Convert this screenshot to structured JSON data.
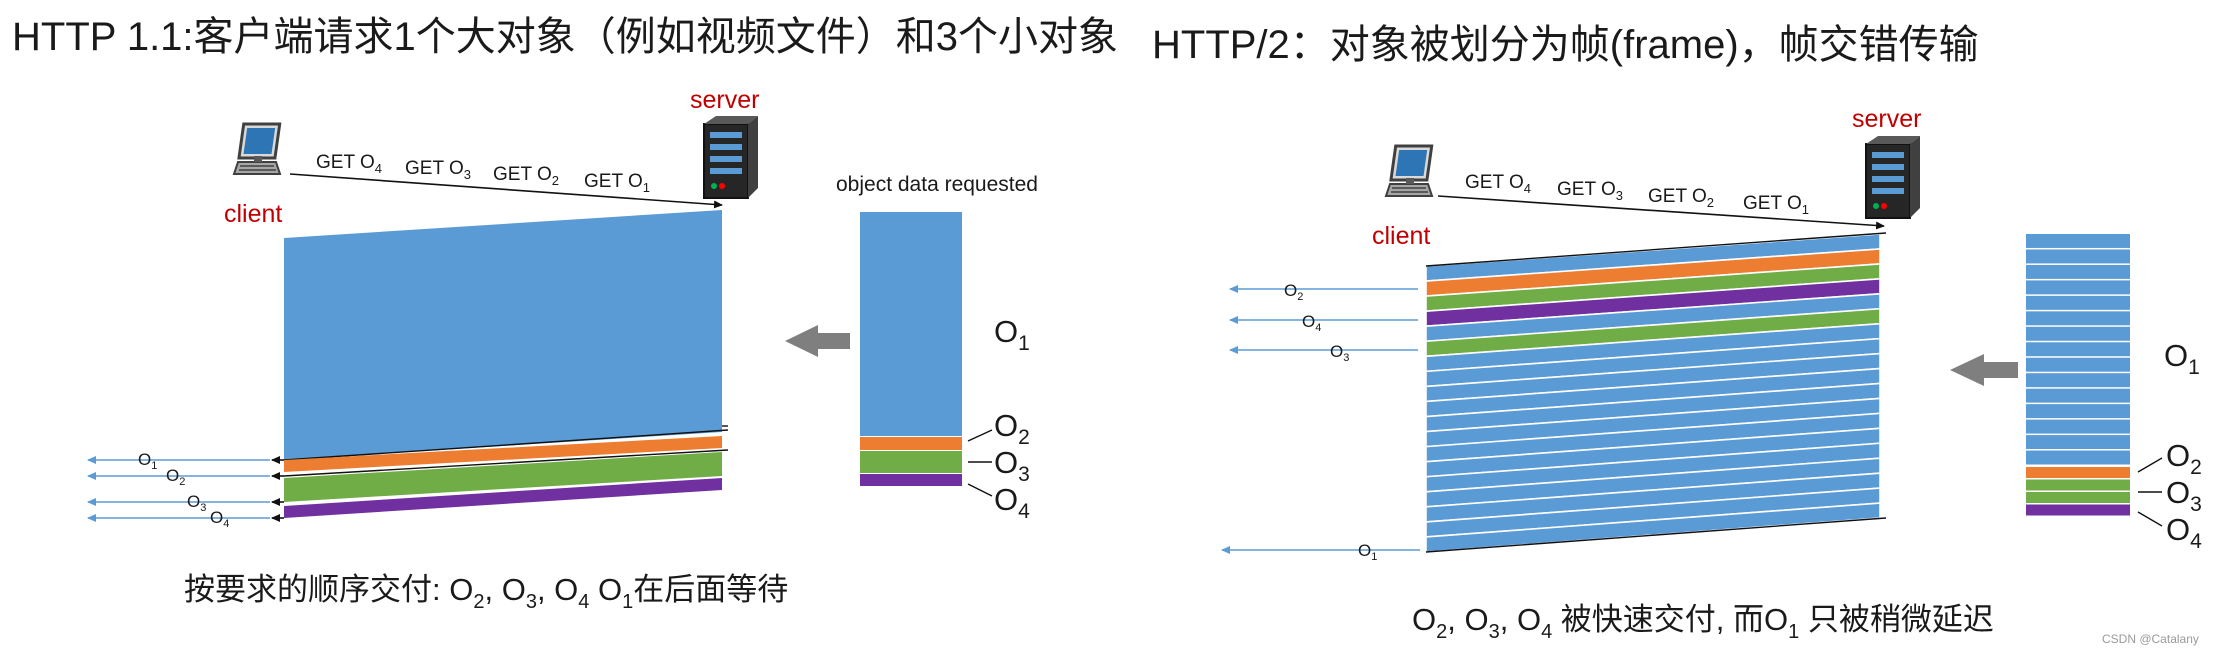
{
  "colors": {
    "blue": "#5b9bd5",
    "orange": "#ed7d31",
    "green": "#70ad47",
    "purple": "#7030a0",
    "arrow_gray": "#7f7f7f",
    "client_server_label": "#c00000",
    "small_arrow": "#5b9bd5"
  },
  "left": {
    "title": "HTTP 1.1:客户端请求1个大对象（例如视频文件）和3个小对象",
    "client_label": "client",
    "server_label": "server",
    "requests": [
      {
        "verb": "GET O",
        "sub": "4"
      },
      {
        "verb": "GET O",
        "sub": "3"
      },
      {
        "verb": "GET O",
        "sub": "2"
      },
      {
        "verb": "GET O",
        "sub": "1"
      }
    ],
    "request_panel_label": "object data requested",
    "objects": [
      {
        "name": "O",
        "sub": "1"
      },
      {
        "name": "O",
        "sub": "2"
      },
      {
        "name": "O",
        "sub": "3"
      },
      {
        "name": "O",
        "sub": "4"
      }
    ],
    "arrivals": [
      {
        "name": "O",
        "sub": "1"
      },
      {
        "name": "O",
        "sub": "2"
      },
      {
        "name": "O",
        "sub": "3"
      },
      {
        "name": "O",
        "sub": "4"
      }
    ],
    "caption": {
      "prefix": "按要求的顺序交付: O",
      "s1": "2",
      "m1": ", O",
      "s2": "3",
      "m2": ", O",
      "s3": "4",
      "m3": " O",
      "s4": "1",
      "suffix": "在后面等待"
    }
  },
  "right": {
    "title": "HTTP/2：对象被划分为帧(frame)，帧交错传输",
    "client_label": "client",
    "server_label": "server",
    "requests": [
      {
        "verb": "GET O",
        "sub": "4"
      },
      {
        "verb": "GET O",
        "sub": "3"
      },
      {
        "verb": "GET O",
        "sub": "2"
      },
      {
        "verb": "GET O",
        "sub": "1"
      }
    ],
    "objects": [
      {
        "name": "O",
        "sub": "1"
      },
      {
        "name": "O",
        "sub": "2"
      },
      {
        "name": "O",
        "sub": "3"
      },
      {
        "name": "O",
        "sub": "4"
      }
    ],
    "arrivals": [
      {
        "name": "O",
        "sub": "2"
      },
      {
        "name": "O",
        "sub": "4"
      },
      {
        "name": "O",
        "sub": "3"
      },
      {
        "name": "O",
        "sub": "1"
      }
    ],
    "caption": {
      "prefix": "O",
      "s1": "2",
      "m1": ", O",
      "s2": "3",
      "m2": ", O",
      "s3": "4",
      "m3": " 被快速交付, 而O",
      "s4": "1",
      "suffix": " 只被稍微延迟"
    }
  },
  "watermark": "CSDN @Catalany"
}
